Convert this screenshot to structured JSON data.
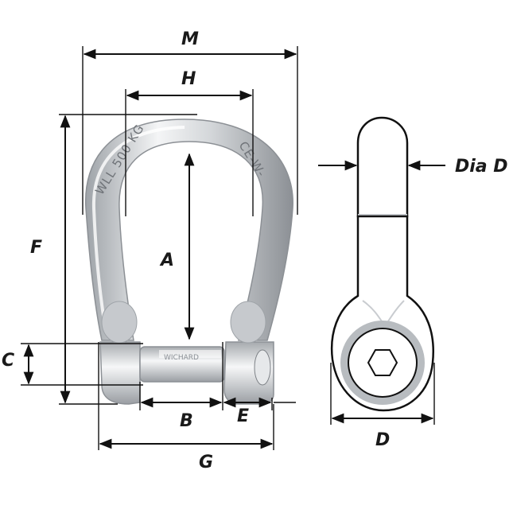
{
  "diagram": {
    "labels": {
      "M": "M",
      "H": "H",
      "F": "F",
      "A": "A",
      "C": "C",
      "B": "B",
      "E": "E",
      "G": "G",
      "D": "D",
      "DiaD": "Dia D"
    },
    "engraving": {
      "left": "WLL 500 KG",
      "right": "CE-W-",
      "pin": "WICHARD"
    },
    "colors": {
      "line": "#111111",
      "steel_light": "#f2f3f4",
      "steel_mid": "#c9ccd0",
      "steel_dark": "#8c9095"
    }
  }
}
